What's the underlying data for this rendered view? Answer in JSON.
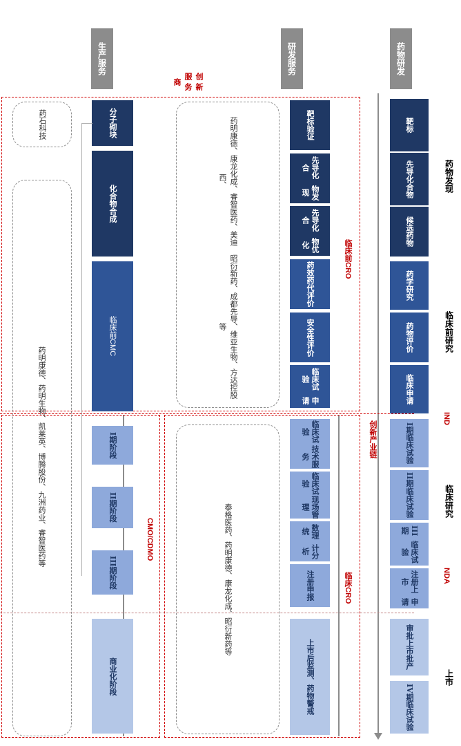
{
  "row_headers": {
    "drug_rd": "药物研发",
    "rd_service": "研发服务",
    "production_service": "生产服务"
  },
  "innovation_service_provider": "创新服务商",
  "innovation_chain": "创新产业链",
  "stages": {
    "discovery": "药物发现",
    "preclinical": "临床前研究",
    "clinical": "临床研究",
    "market": "上市"
  },
  "milestones": {
    "ind": "IND",
    "nda": "NDA"
  },
  "drug_rd_steps": {
    "target": "靶标",
    "lead_compound": "先导化合物",
    "candidate": "候选药物",
    "pharmaceutics": "药学研究",
    "drug_eval": "药物评价",
    "clinical_application": "临床申请",
    "phase1": [
      "I期",
      "临床试验"
    ],
    "phase2": [
      "II期",
      "临床试验"
    ],
    "phase3": [
      "III期",
      "临床试验"
    ],
    "registration": [
      "注册上市",
      "申请"
    ],
    "approval": "审批上市批产",
    "phase4": [
      "IV期",
      "临床试验"
    ]
  },
  "preclinical_cro": {
    "label": "临床前CRO",
    "items": {
      "target_validation": "靶标验证",
      "lead_discovery": [
        "先导化合",
        "物发现"
      ],
      "lead_optimization": [
        "先导化合",
        "物优化"
      ],
      "pk_pd": [
        "药效药",
        "代评价"
      ],
      "safety": [
        "安全性",
        "评价"
      ],
      "clinical_trial_application": [
        "临床试验",
        "申请"
      ]
    },
    "companies": [
      "药明康德、康龙化成、睿智医药、美迪西、",
      "昭衍新药、成都先导、维亚生物、方达控股等"
    ]
  },
  "clinical_cro": {
    "label": "临床CRO",
    "items": {
      "tech_service": [
        "临床试验",
        "技术服务"
      ],
      "site_management": [
        "临床试验",
        "现场管理"
      ],
      "data_stats": [
        "数理统",
        "计分析"
      ],
      "registration": "注册申报",
      "post_market": "上市后监测、药物警戒"
    },
    "companies": "泰格医药、药明康德、康龙化成、昭衍新药等"
  },
  "cmo": {
    "label": "CMO/CDMO",
    "items": {
      "molecule": "分子砌块",
      "synthesis": "化合物合成",
      "preclinical_cmc": "临床前CMC",
      "phase1": "I期阶段",
      "phase2": "II期阶段",
      "phase3": "III期阶段",
      "commercial": "商业化阶段"
    },
    "companies_left": "药石科技",
    "companies_main": "药明康德、药明生物、凯莱英、博腾股份、九洲药业、睿智医药等"
  }
}
